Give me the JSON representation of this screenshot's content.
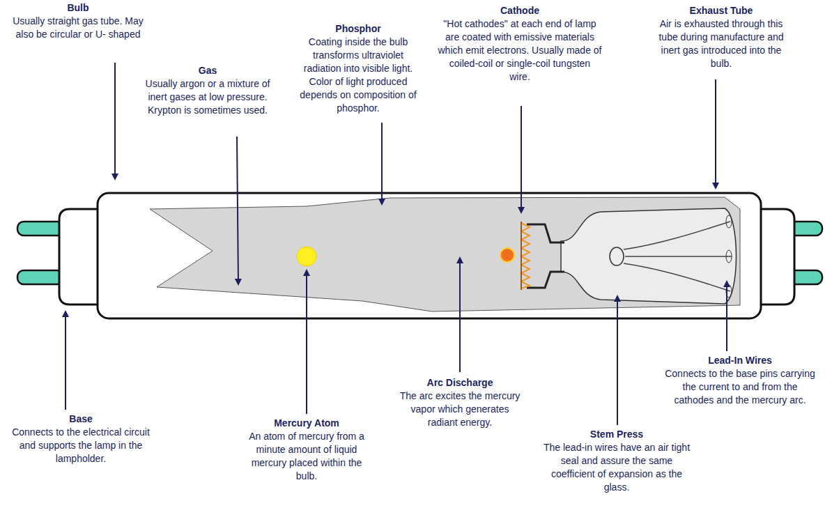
{
  "diagram": {
    "labels": [
      "Bulb",
      "Usually straight gas tube. May also be circular or U- shaped",
      "Gas",
      "Usually argon or a mixture of inert gases at low pressure. Krypton is sometimes used.",
      "Phosphor",
      "Coating inside the bulb transforms ultraviolet radiation into visible light. Color of light produced depends on composition of phosphor.",
      "Cathode",
      "\"Hot cathodes\" at each end of lamp are coated with emissive materials which emit electrons. Usually made of coiled-coil or single-coil tungsten wire.",
      "Exhaust Tube",
      "Air is exhausted through this tube during manufacture and inert gas introduced into the bulb.",
      "Base",
      "Connects to the electrical circuit and supports the lamp in the lampholder.",
      "Mercury Atom",
      "An atom of mercury from a minute amount of liquid mercury placed within the bulb.",
      "Arc Discharge",
      "The arc excites the mercury vapor which generates radiant energy.",
      "Lead-In Wires",
      "Connects to the base pins carrying the current to and from the cathodes and the mercury arc.",
      "Stem Press",
      "The lead-in wires have an air tight seal and assure the same coefficient of expansion as the glass."
    ]
  }
}
